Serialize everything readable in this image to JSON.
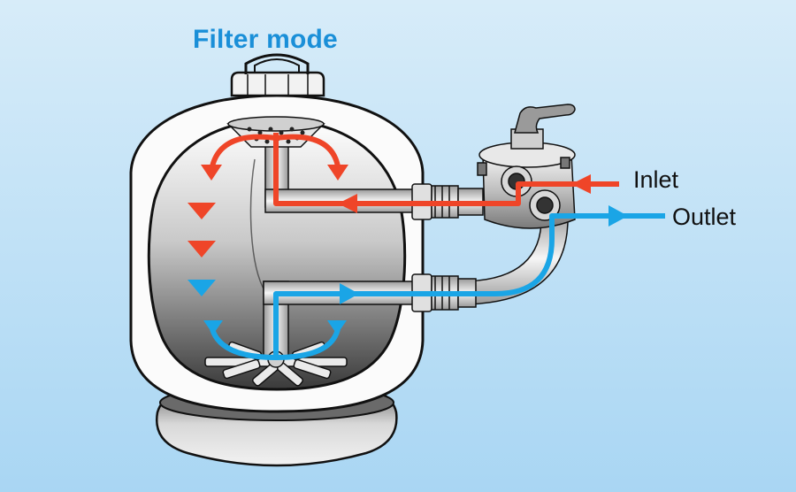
{
  "diagram": {
    "title": "Filter mode",
    "labels": {
      "inlet": "Inlet",
      "outlet": "Outlet"
    },
    "colors": {
      "inflow": "#ef4528",
      "outflow": "#1aa5e6",
      "title": "#1a8fd8",
      "background_top": "#d7ecf9",
      "background_bottom": "#a9d6f3"
    }
  }
}
